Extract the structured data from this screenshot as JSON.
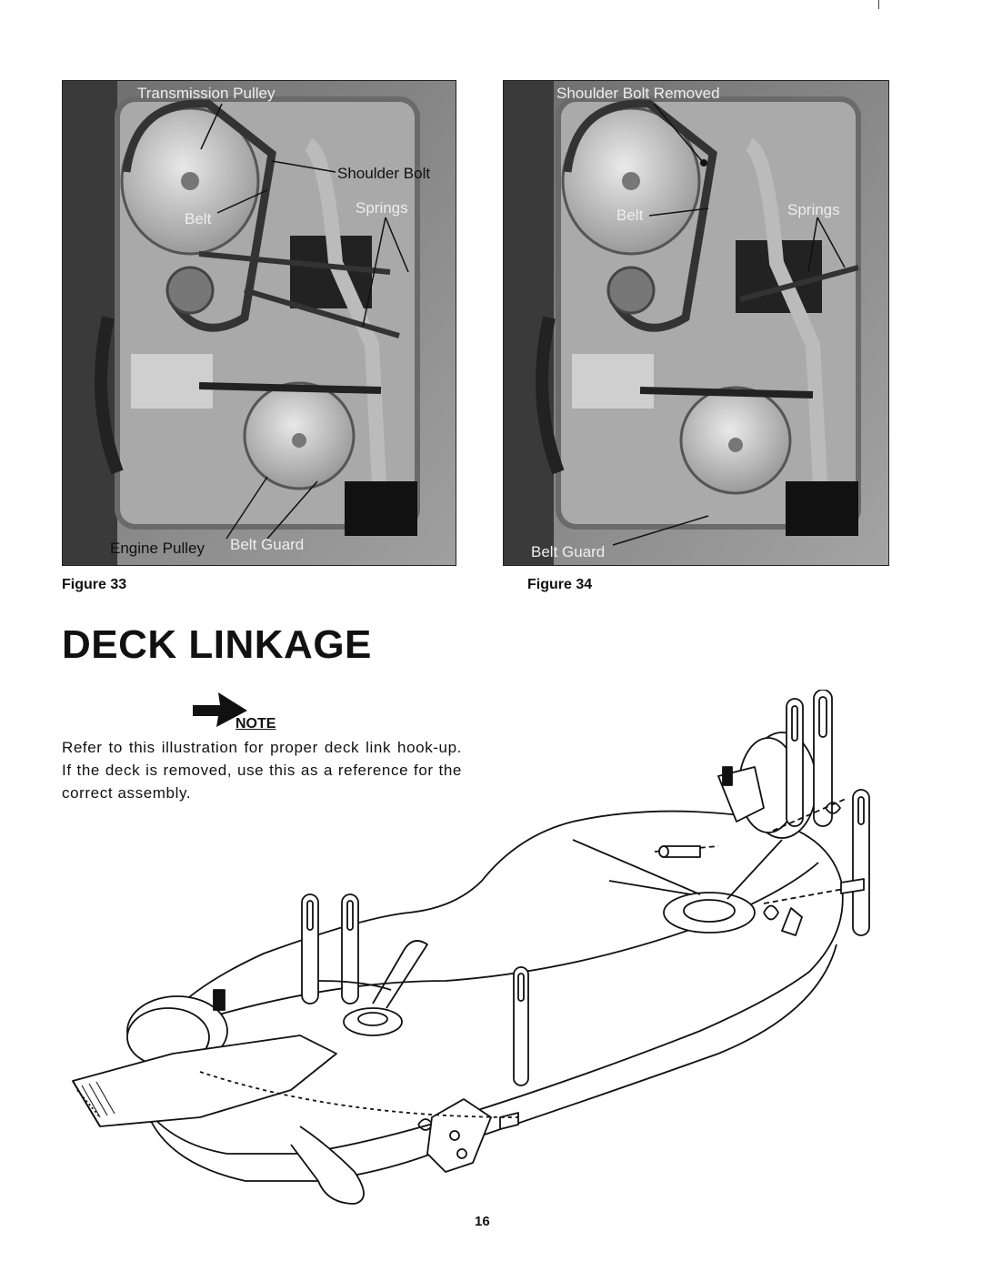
{
  "figure33": {
    "caption": "Figure 33",
    "labels": {
      "transmission_pulley": "Transmission Pulley",
      "shoulder_bolt": "Shoulder Bolt",
      "belt": "Belt",
      "springs": "Springs",
      "engine_pulley": "Engine Pulley",
      "belt_guard": "Belt Guard"
    }
  },
  "figure34": {
    "caption": "Figure 34",
    "labels": {
      "shoulder_bolt_removed": "Shoulder Bolt Removed",
      "belt": "Belt",
      "springs": "Springs",
      "belt_guard": "Belt Guard"
    }
  },
  "section": {
    "title": "DECK LINKAGE",
    "note_label": "NOTE",
    "note_text": "Refer to this illustration for proper deck link hook-up. If the deck is removed, use this as a reference for the correct assembly."
  },
  "page_number": "16"
}
